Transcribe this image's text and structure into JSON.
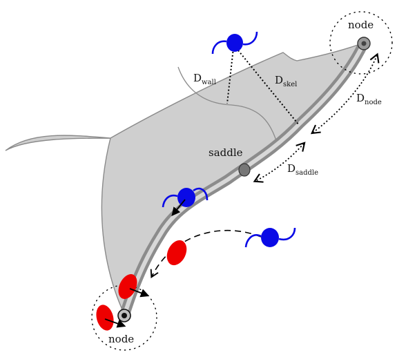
{
  "labels": {
    "node_top": "node",
    "node_bottom": "node",
    "saddle": "saddle",
    "d_wall": {
      "main": "D",
      "sub": "wall"
    },
    "d_skel": {
      "main": "D",
      "sub": "skel"
    },
    "d_node": {
      "main": "D",
      "sub": "node"
    },
    "d_saddle": {
      "main": "D",
      "sub": "saddle"
    }
  },
  "colors": {
    "sheet_fill": "#cfcfcf",
    "sheet_stroke": "#8a8a8a",
    "filament_outer": "#8c8c8c",
    "filament_inner": "#d8d8d8",
    "blue": "#0a0ae6",
    "red": "#ee0000"
  }
}
